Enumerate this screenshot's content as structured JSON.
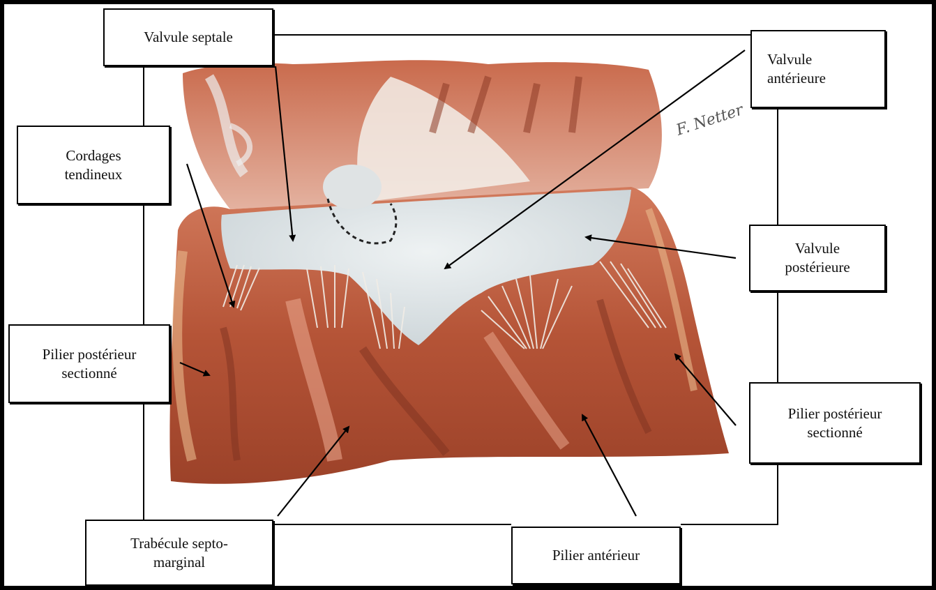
{
  "labels": {
    "valvule_septale": [
      "Valvule septale"
    ],
    "valvule_anterieure": [
      "Valvule",
      "antérieure"
    ],
    "cordages_tendineux": [
      "Cordages",
      "tendineux"
    ],
    "valvule_posterieure": [
      "Valvule",
      "postérieure"
    ],
    "pilier_posterieur_gauche": [
      "Pilier postérieur",
      "sectionné"
    ],
    "pilier_posterieur_droit": [
      "Pilier postérieur",
      "sectionné"
    ],
    "trabecule_septo_marginal": [
      "Trabécule septo-",
      "marginal"
    ],
    "pilier_anterieur": [
      "Pilier antérieur"
    ]
  },
  "colors": {
    "muscle": "#b85a3f",
    "muscle_dark": "#8e3b26",
    "muscle_light": "#e09a7d",
    "valve": "#dce3e6",
    "chordae": "#f1ece6"
  }
}
